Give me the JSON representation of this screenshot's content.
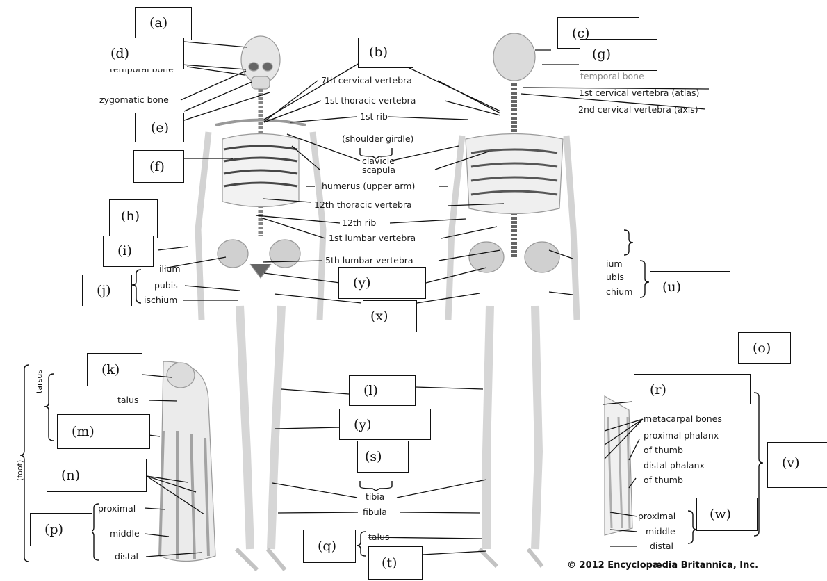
{
  "copyright": "© 2012 Encyclopædia Britannica, Inc.",
  "group_labels": {
    "foot": "(foot)",
    "tarsus": "tarsus"
  },
  "answer_boxes": {
    "a": "(a)",
    "b": "(b)",
    "c": "(c)",
    "d": "(d)",
    "e": "(e)",
    "f": "(f)",
    "g": "(g)",
    "h": "(h)",
    "i": "(i)",
    "j": "(j)",
    "k": "(k)",
    "l": "(l)",
    "m": "(m)",
    "n": "(n)",
    "o": "(o)",
    "p": "(p)",
    "q": "(q)",
    "r": "(r)",
    "s": "(s)",
    "t": "(t)",
    "u": "(u)",
    "v": "(v)",
    "w": "(w)",
    "x": "(x)",
    "y1": "(y)",
    "y2": "(y)"
  },
  "labels": {
    "temporal_bone": "temporal bone",
    "zygomatic_bone": "zygomatic bone",
    "cervical_7": "7th cervical vertebra",
    "thoracic_1": "1st thoracic vertebra",
    "rib_1": "1st rib",
    "shoulder_girdle": "(shoulder girdle)",
    "clavicle": "clavicle",
    "scapula": "scapula",
    "humerus": "humerus (upper arm)",
    "thoracic_12": "12th thoracic vertebra",
    "rib_12": "12th rib",
    "lumbar_1": "1st lumbar vertebra",
    "lumbar_5": "5th lumbar vertebra",
    "ilium": "ilium",
    "pubis": "pubis",
    "ischium": "ischium",
    "ilium_right": "ium",
    "pubis_right": "ubis",
    "ischium_right": "chium",
    "temporal_bone_right": "temporal bone",
    "cervical_1": "1st cervical vertebra (atlas)",
    "cervical_2": "2nd cervical vertebra (axis)",
    "talus_foot": "talus",
    "proximal_foot": "proximal",
    "middle_foot": "middle",
    "distal_foot": "distal",
    "tibia": "tibia",
    "fibula": "fibula",
    "talus_leg": "talus",
    "metacarpal": "metacarpal bones",
    "prox_phalanx": "proximal phalanx",
    "of_thumb_1": "of thumb",
    "distal_phalanx": "distal phalanx",
    "of_thumb_2": "of thumb",
    "proximal_hand": "proximal",
    "middle_hand": "middle",
    "distal_hand": "distal"
  }
}
